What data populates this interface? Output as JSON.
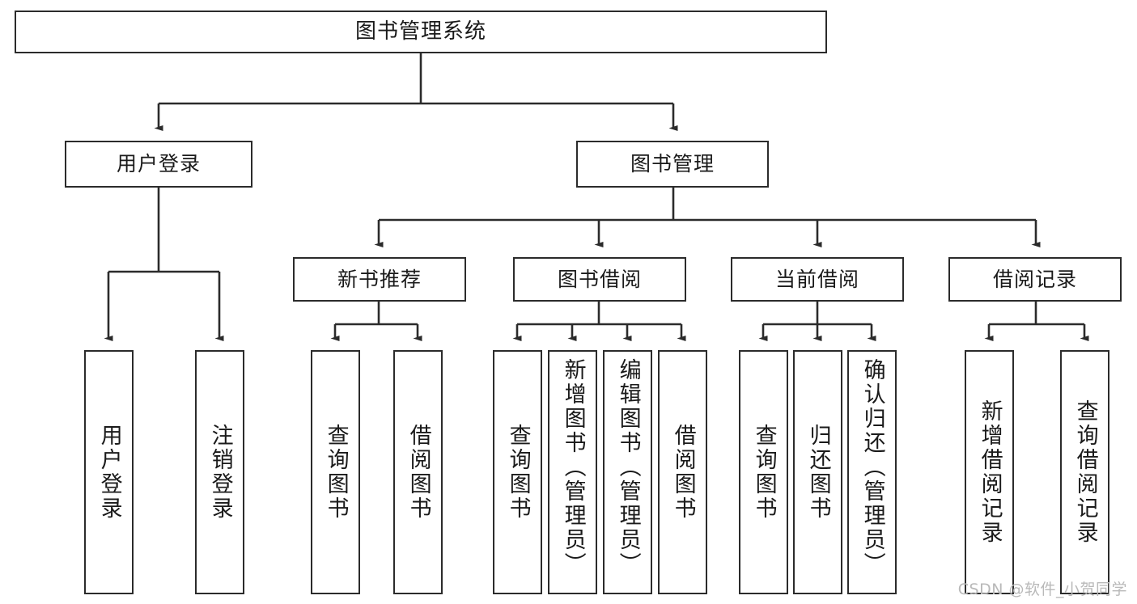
{
  "diagram": {
    "title": "图书管理系统",
    "watermark": "CSDN @软件_小贺同学",
    "colors": {
      "border": "#2b2b2b",
      "background": "#ffffff",
      "text": "#1a1a1a",
      "edge": "#2b2b2b",
      "watermark": "#b9b9b9"
    },
    "levels": {
      "root": "图书管理系统",
      "level2": [
        "用户登录",
        "图书管理"
      ],
      "level3": [
        "新书推荐",
        "图书借阅",
        "当前借阅",
        "借阅记录"
      ],
      "leaves": [
        "用户登录",
        "注销登录",
        "查询图书",
        "借阅图书",
        "查询图书",
        "新增图书（管理员）",
        "编辑图书（管理员）",
        "借阅图书",
        "查询图书",
        "归还图书",
        "确认归还（管理员）",
        "新增借阅记录",
        "查询借阅记录"
      ]
    },
    "nodes": {
      "root": {
        "label": "图书管理系统"
      },
      "user_login": {
        "label": "用户登录"
      },
      "book_manage": {
        "label": "图书管理"
      },
      "new_book_rec": {
        "label": "新书推荐"
      },
      "book_borrow": {
        "label": "图书借阅"
      },
      "current_borrow": {
        "label": "当前借阅"
      },
      "borrow_record": {
        "label": "借阅记录"
      },
      "leaf_user_login": {
        "label": "用户登录"
      },
      "leaf_logout": {
        "label": "注销登录"
      },
      "leaf_query_book_1": {
        "label": "查询图书"
      },
      "leaf_borrow_book_1": {
        "label": "借阅图书"
      },
      "leaf_query_book_2": {
        "label": "查询图书"
      },
      "leaf_add_book_admin": {
        "label": "新增图书（管理员）"
      },
      "leaf_edit_book_admin": {
        "label": "编辑图书（管理员）"
      },
      "leaf_borrow_book_2": {
        "label": "借阅图书"
      },
      "leaf_query_book_3": {
        "label": "查询图书"
      },
      "leaf_return_book": {
        "label": "归还图书"
      },
      "leaf_confirm_return_admin": {
        "label": "确认归还（管理员）"
      },
      "leaf_add_borrow_record": {
        "label": "新增借阅记录"
      },
      "leaf_query_borrow_record": {
        "label": "查询借阅记录"
      }
    }
  }
}
